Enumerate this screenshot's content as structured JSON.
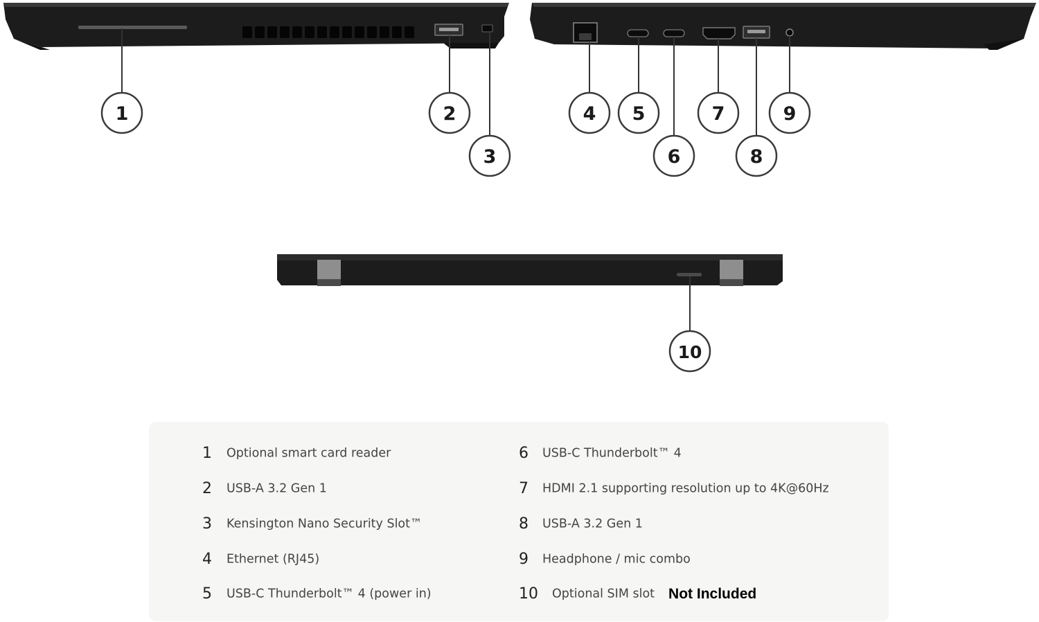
{
  "legend": {
    "items": [
      {
        "num": "1",
        "label": "Optional smart card reader",
        "note": ""
      },
      {
        "num": "2",
        "label": "USB-A 3.2 Gen 1",
        "note": ""
      },
      {
        "num": "3",
        "label": "Kensington Nano Security Slot™",
        "note": ""
      },
      {
        "num": "4",
        "label": "Ethernet (RJ45)",
        "note": ""
      },
      {
        "num": "5",
        "label": "USB-C Thunderbolt™ 4 (power in)",
        "note": ""
      },
      {
        "num": "6",
        "label": "USB-C Thunderbolt™ 4",
        "note": ""
      },
      {
        "num": "7",
        "label": "HDMI 2.1 supporting resolution up to 4K@60Hz",
        "note": ""
      },
      {
        "num": "8",
        "label": "USB-A 3.2 Gen 1",
        "note": ""
      },
      {
        "num": "9",
        "label": "Headphone / mic combo",
        "note": ""
      },
      {
        "num": "10",
        "label": "Optional SIM slot",
        "note": "Not Included"
      }
    ]
  },
  "callouts": [
    "1",
    "2",
    "3",
    "4",
    "5",
    "6",
    "7",
    "8",
    "9",
    "10"
  ],
  "colors": {
    "chassis": "#1c1c1c",
    "chassis_edge": "#3a3a3a",
    "callout_stroke": "#3a3a3a",
    "legend_bg": "#f6f6f5"
  }
}
